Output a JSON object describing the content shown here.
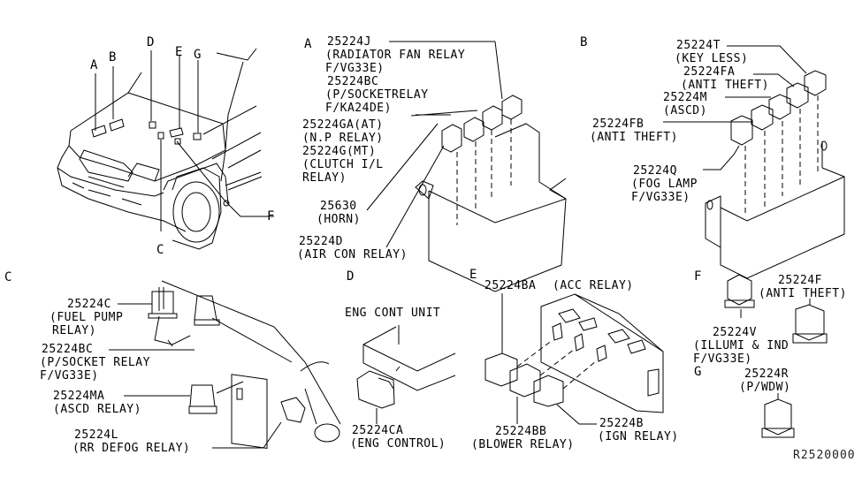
{
  "overview": {
    "location_labels": [
      "A",
      "B",
      "D",
      "E",
      "G",
      "C",
      "F"
    ]
  },
  "sections": {
    "A": {
      "label": "A",
      "callouts": [
        {
          "part": "25224J",
          "desc": [
            "(RADIATOR FAN RELAY",
            "F/VG33E)"
          ]
        },
        {
          "part": "25224BC",
          "desc": [
            "(P/SOCKETRELAY",
            "F/KA24DE)"
          ]
        },
        {
          "part": "25224GA(AT)",
          "desc": [
            "(N.P RELAY)"
          ]
        },
        {
          "part": "25224G(MT)",
          "desc": [
            "(CLUTCH I/L",
            "RELAY)"
          ]
        },
        {
          "part": "25630",
          "desc": [
            "(HORN)"
          ]
        },
        {
          "part": "25224D",
          "desc": [
            "(AIR CON RELAY)"
          ]
        }
      ]
    },
    "B": {
      "label": "B",
      "callouts": [
        {
          "part": "25224T",
          "desc": [
            "(KEY LESS)"
          ]
        },
        {
          "part": "25224FA",
          "desc": [
            "(ANTI THEFT)"
          ]
        },
        {
          "part": "25224M",
          "desc": [
            "(ASCD)"
          ]
        },
        {
          "part": "25224FB",
          "desc": [
            "(ANTI THEFT)"
          ]
        },
        {
          "part": "25224Q",
          "desc": [
            "(FOG LAMP",
            "F/VG33E)"
          ]
        }
      ]
    },
    "C": {
      "label": "C",
      "callouts": [
        {
          "part": "25224C",
          "desc": [
            "(FUEL PUMP",
            "RELAY)"
          ]
        },
        {
          "part": "25224BC",
          "desc": [
            "(P/SOCKET RELAY",
            "F/VG33E)"
          ]
        },
        {
          "part": "25224MA",
          "desc": [
            "(ASCD RELAY)"
          ]
        },
        {
          "part": "25224L",
          "desc": [
            "(RR DEFOG RELAY)"
          ]
        }
      ]
    },
    "D": {
      "label": "D",
      "unit_label": "ENG CONT UNIT",
      "callouts": [
        {
          "part": "25224CA",
          "desc": [
            "(ENG CONTROL)"
          ]
        }
      ]
    },
    "E": {
      "label": "E",
      "callouts": [
        {
          "part": "25224BA",
          "desc": [
            "(ACC RELAY)"
          ]
        },
        {
          "part": "25224BB",
          "desc": [
            "(BLOWER RELAY)"
          ]
        },
        {
          "part": "25224B",
          "desc": [
            "(IGN RELAY)"
          ]
        }
      ]
    },
    "F": {
      "label": "F",
      "callouts": [
        {
          "part": "25224F",
          "desc": [
            "(ANTI THEFT)"
          ]
        },
        {
          "part": "25224V",
          "desc": [
            "(ILLUMI & IND",
            "F/VG33E)"
          ]
        }
      ]
    },
    "G": {
      "label": "G",
      "callouts": [
        {
          "part": "25224R",
          "desc": [
            "(P/WDW)"
          ]
        }
      ]
    }
  },
  "diagram_code": "R2520000"
}
